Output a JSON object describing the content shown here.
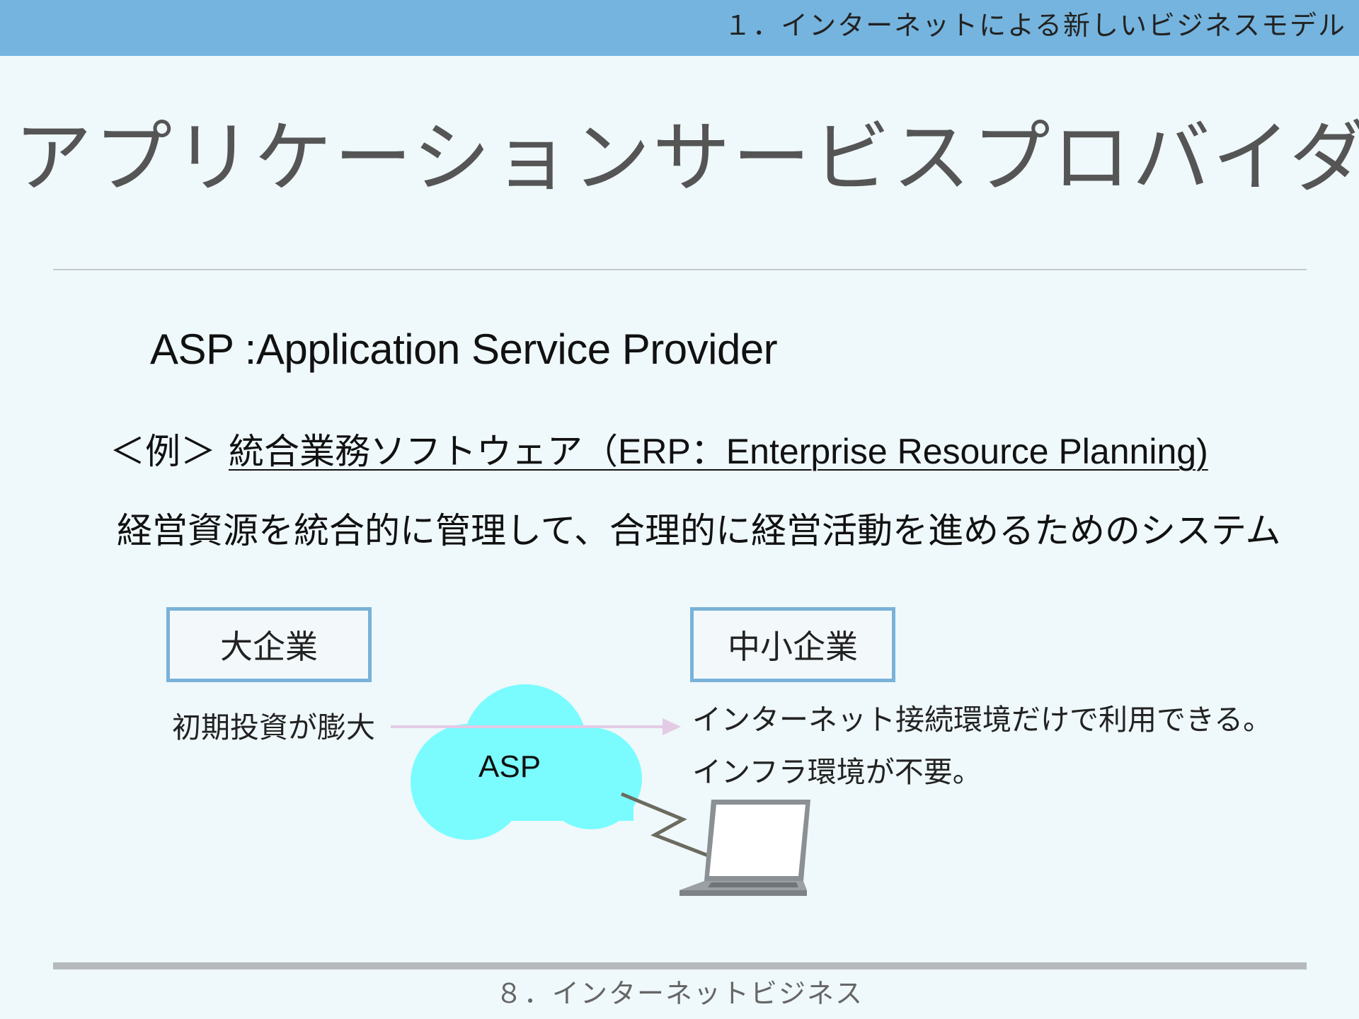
{
  "header": {
    "section_title": "１．インターネットによる新しいビジネスモデル"
  },
  "slide": {
    "title": "アプリケーションサービスプロバイダ",
    "subtitle": "ASP :Application Service Provider",
    "example_label": "＜例＞",
    "example_text": "統合業務ソフトウェア（ERP：Enterprise Resource Planning)",
    "description": "経営資源を統合的に管理して、合理的に経営活動を進めるためのシステム"
  },
  "diagram": {
    "box_large": "大企業",
    "box_smb": "中小企業",
    "note_left": "初期投資が膨大",
    "cloud_label": "ASP",
    "note_right_1": "インターネット接続環境だけで利用できる。",
    "note_right_2": "インフラ環境が不要。",
    "colors": {
      "cloud": "#7afcff",
      "arrow": "#e3cbe6",
      "box_border": "#79b2d8",
      "header": "#75b4de"
    }
  },
  "footer": {
    "text": "８．インターネットビジネス"
  }
}
